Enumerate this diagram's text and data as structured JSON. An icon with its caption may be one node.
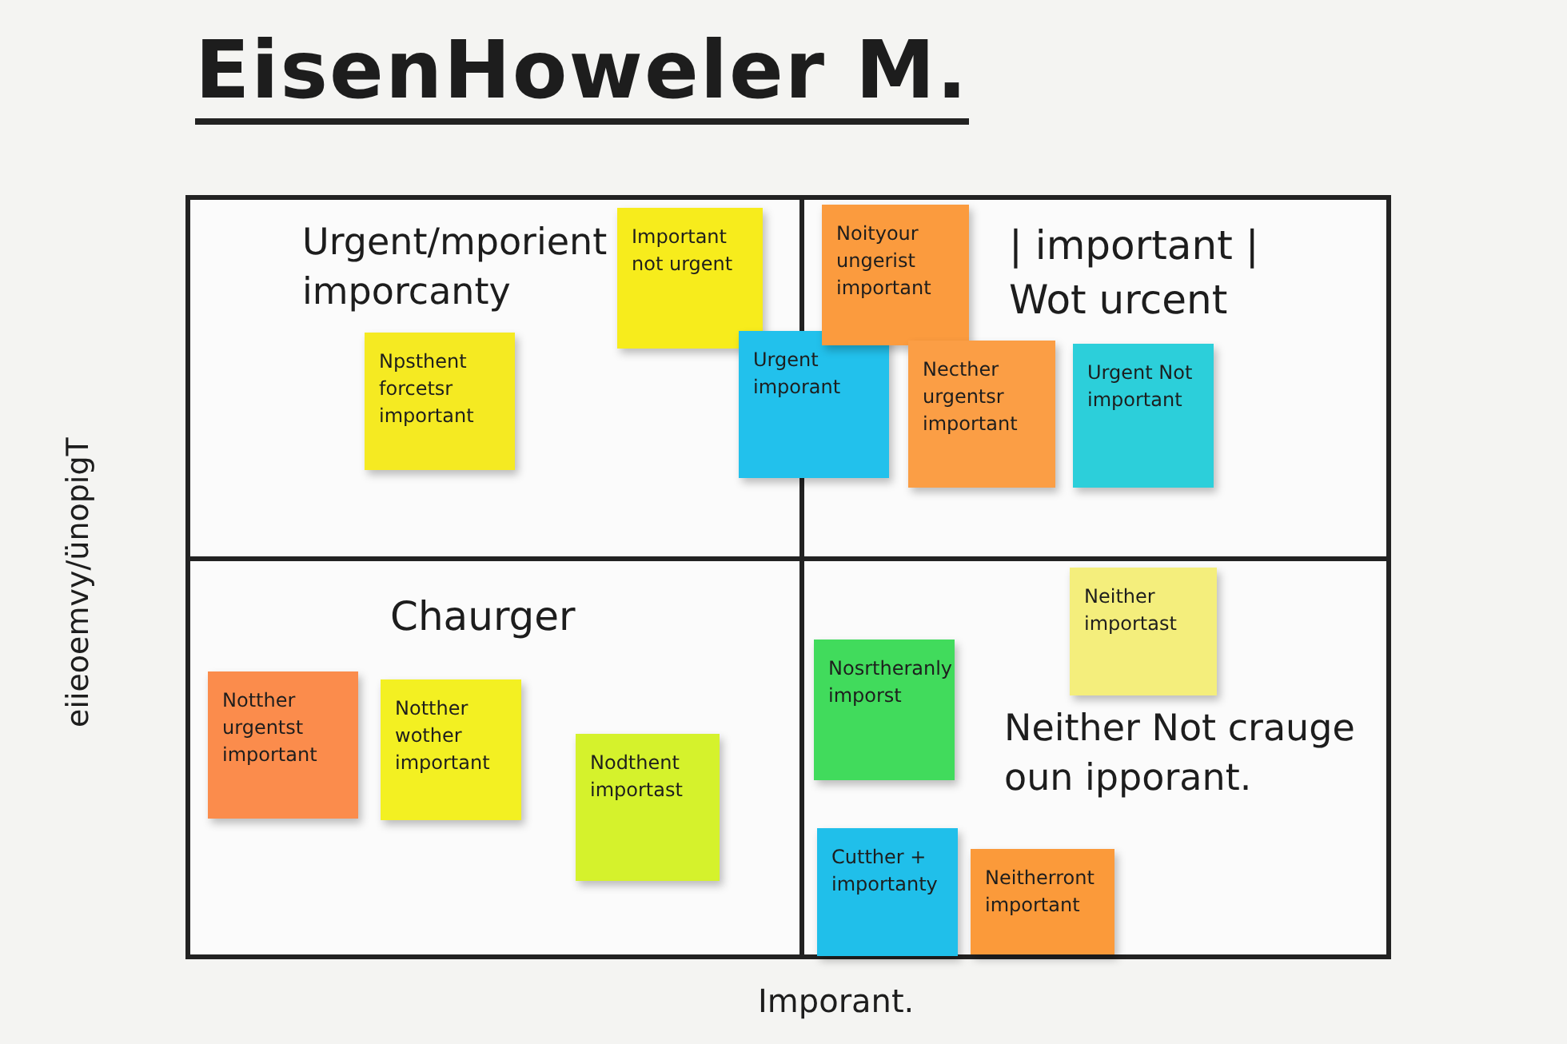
{
  "diagram": {
    "title": "EisenHoweler M.",
    "nodes": [
      {
        "text": [
          "Urgent/mporient imporcanty"
        ]
      },
      {
        "text": [
          "Important not urgent"
        ],
        "in": 0
      },
      {
        "text": [
          "Npsthent forcetsr important"
        ],
        "in": 0
      },
      {
        "text": [
          "Urgent imporant"
        ]
      },
      {
        "text": [
          "| important | Wot urcent"
        ]
      },
      {
        "text": [
          "Noityour ungerist important"
        ],
        "in": 4
      },
      {
        "text": [
          "Necther urgentsr important"
        ],
        "in": 4
      },
      {
        "text": [
          "Urgent Not important"
        ],
        "in": 4
      },
      {
        "text": [
          "Chaurger"
        ]
      },
      {
        "text": [
          "Notther urgentst important"
        ],
        "in": 8
      },
      {
        "text": [
          "Notther wother important"
        ],
        "in": 8
      },
      {
        "text": [
          "Nodthent importast"
        ],
        "in": 8
      },
      {
        "text": [
          "Neither Not crauge oun ipporant."
        ]
      },
      {
        "text": [
          "Neither importast"
        ],
        "in": 12
      },
      {
        "text": [
          "Nosrtheranly imporst"
        ],
        "in": 12
      },
      {
        "text": [
          "Cutther + importanty"
        ],
        "in": 12
      },
      {
        "text": [
          "Neitherront important"
        ],
        "in": 12
      }
    ],
    "labels": [
      "eiieoemvy/ünopigT",
      "Imporant."
    ]
  }
}
